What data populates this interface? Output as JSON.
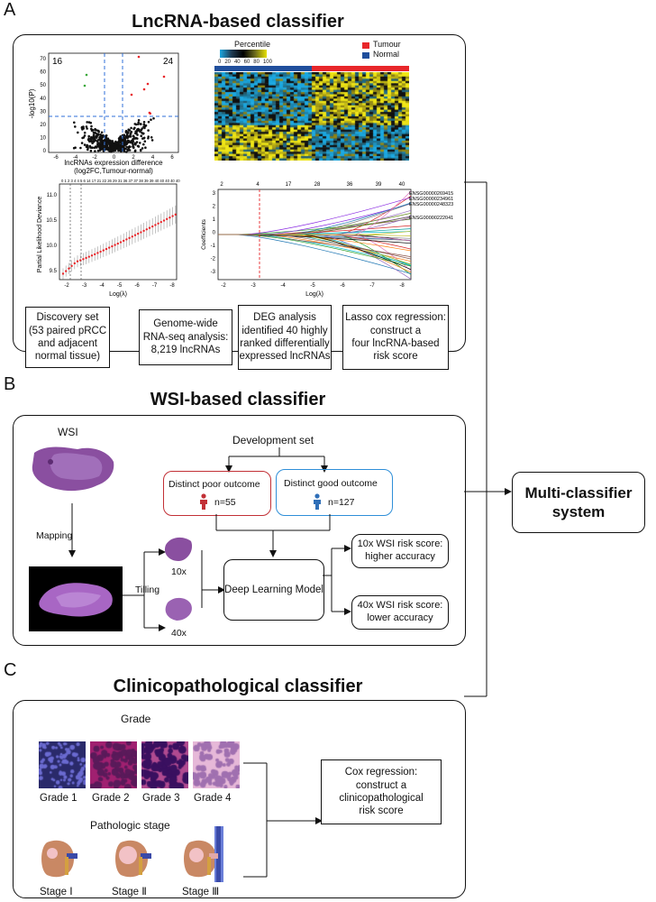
{
  "panel_a": {
    "letter": "A",
    "title": "LncRNA-based classifier",
    "volcano": {
      "left_count": "16",
      "right_count": "24",
      "y_label": "-log10(P)",
      "x_label_1": "lncRNAs expression difference",
      "x_label_2": "(log2FC,Tumour-normal)",
      "y_ticks": [
        "70",
        "60",
        "50",
        "40",
        "30",
        "20",
        "10",
        "0"
      ],
      "x_ticks": [
        "-6",
        "-4",
        "-2",
        "0",
        "2",
        "4",
        "6"
      ]
    },
    "heatmap": {
      "legend_title": "Percentile",
      "legend_ticks": [
        "0",
        "20",
        "40",
        "60",
        "80",
        "100"
      ],
      "tumour_label": "Tumour",
      "normal_label": "Normal",
      "tumour_color": "#e8262a",
      "normal_color": "#1f4e9c"
    },
    "cv_plot": {
      "y_label": "Partial Likelihood Deviance",
      "x_label": "Log(λ)",
      "y_ticks": [
        "11.0",
        "10.5",
        "10.0",
        "9.5"
      ],
      "x_ticks": [
        "-2",
        "-3",
        "-4",
        "-5",
        "-6",
        "-7",
        "-8"
      ],
      "top_ticks": "0 1 2 3 4 4 5 6 14 17 21 22 26 29 31 36 37 37 38 39 39 40 40 40 40 40"
    },
    "coef_plot": {
      "y_label": "Coefficients",
      "x_label": "Log(λ)",
      "y_ticks": [
        "3",
        "2",
        "1",
        "0",
        "-1",
        "-2",
        "-3"
      ],
      "x_ticks": [
        "-2",
        "-3",
        "-4",
        "-5",
        "-6",
        "-7",
        "-8"
      ],
      "top_ticks": [
        "2",
        "4",
        "17",
        "28",
        "36",
        "39",
        "40"
      ],
      "genes": [
        "ENSG00000269415",
        "ENSG00000234961",
        "ENSG00000248323",
        "ENSG00000222041"
      ]
    },
    "flow": [
      "Discovery set\n(53 paired pRCC\nand adjacent\nnormal tissue)",
      "Genome-wide\nRNA-seq analysis:\n8,219 lncRNAs",
      "DEG analysis\nidentified 40 highly\nranked differentially\nexpressed lncRNAs",
      "Lasso cox regression:\nconstruct a\nfour lncRNA-based\nrisk score"
    ]
  },
  "panel_b": {
    "letter": "B",
    "title": "WSI-based classifier",
    "wsi_label": "WSI",
    "mapping_label": "Mapping",
    "tilling_label": "Tilling",
    "mag_10": "10x",
    "mag_40": "40x",
    "dev_set": "Development set",
    "poor_outcome": "Distinct poor outcome",
    "poor_n": "n=55",
    "good_outcome": "Distinct good outcome",
    "good_n": "n=127",
    "dl_model": "Deep Learning Model",
    "score_10": "10x WSI risk score:\nhigher  accuracy",
    "score_40": "40x WSI risk score:\nlower  accuracy",
    "poor_color": "#c23036",
    "good_color": "#2f8fd8"
  },
  "panel_c": {
    "letter": "C",
    "title": "Clinicopathological classifier",
    "grade_heading": "Grade",
    "grades": [
      "Grade 1",
      "Grade 2",
      "Grade 3",
      "Grade 4"
    ],
    "stage_heading": "Pathologic stage",
    "stages": [
      "Stage Ⅰ",
      "Stage Ⅱ",
      "Stage Ⅲ"
    ],
    "cox_box": "Cox regression:\nconstruct a\nclinicopathological\nrisk score"
  },
  "multi": {
    "label": "Multi-classifier\nsystem"
  }
}
